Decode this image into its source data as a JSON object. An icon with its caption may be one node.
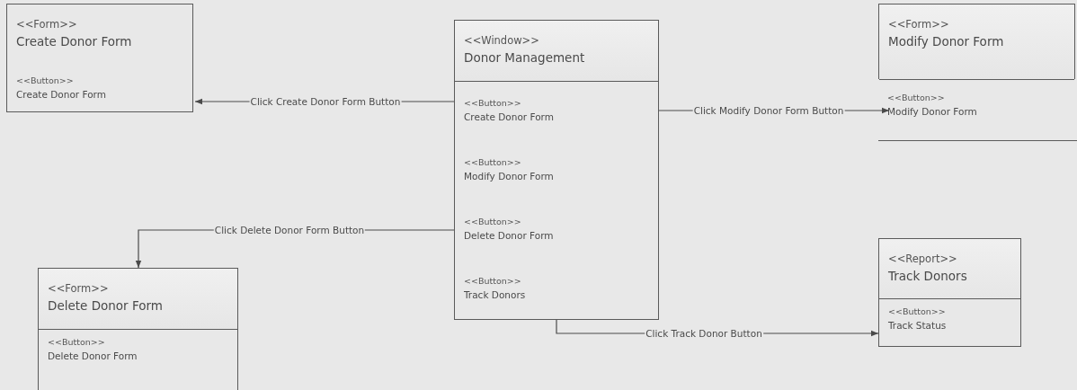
{
  "diagram": {
    "nodes": [
      {
        "text": [
          "<<Form>>",
          "Create Donor Form"
        ]
      },
      {
        "text": [
          "<<Button>>",
          "Create Donor Form"
        ],
        "in": 0
      },
      {
        "text": [
          "<<Window>>",
          "Donor Management"
        ]
      },
      {
        "text": [
          "<<Button>>",
          "Create Donor Form"
        ],
        "in": 2
      },
      {
        "text": [
          "<<Button>>",
          "Modify Donor Form"
        ],
        "in": 2
      },
      {
        "text": [
          "<<Button>>",
          "Delete Donor Form"
        ],
        "in": 2
      },
      {
        "text": [
          "<<Button>>",
          "Track Donors"
        ],
        "in": 2
      },
      {
        "text": [
          "<<Form>>",
          "Modify Donor Form"
        ]
      },
      {
        "text": [
          "<<Button>>",
          "Modify Donor Form"
        ]
      },
      {
        "text": [
          "<<Form>>",
          "Delete Donor Form"
        ]
      },
      {
        "text": [
          "<<Button>>",
          "Delete Donor Form"
        ],
        "in": 9
      },
      {
        "text": [
          "<<Report>>",
          "Track Donors"
        ]
      },
      {
        "text": [
          "<<Button>>",
          "Track Status"
        ],
        "in": 11
      }
    ],
    "edges": [
      {
        "from": 2,
        "to": 1,
        "arrow": "to",
        "label": "Click Create Donor Form Button"
      },
      {
        "from": 2,
        "to": 8,
        "arrow": "to",
        "label": "Click Modify Donor Form Button"
      },
      {
        "from": 2,
        "to": 9,
        "arrow": "to",
        "label": "Click Delete Donor Form Button"
      },
      {
        "from": 2,
        "to": 12,
        "arrow": "to",
        "label": "Click Track Donor Button"
      }
    ]
  }
}
